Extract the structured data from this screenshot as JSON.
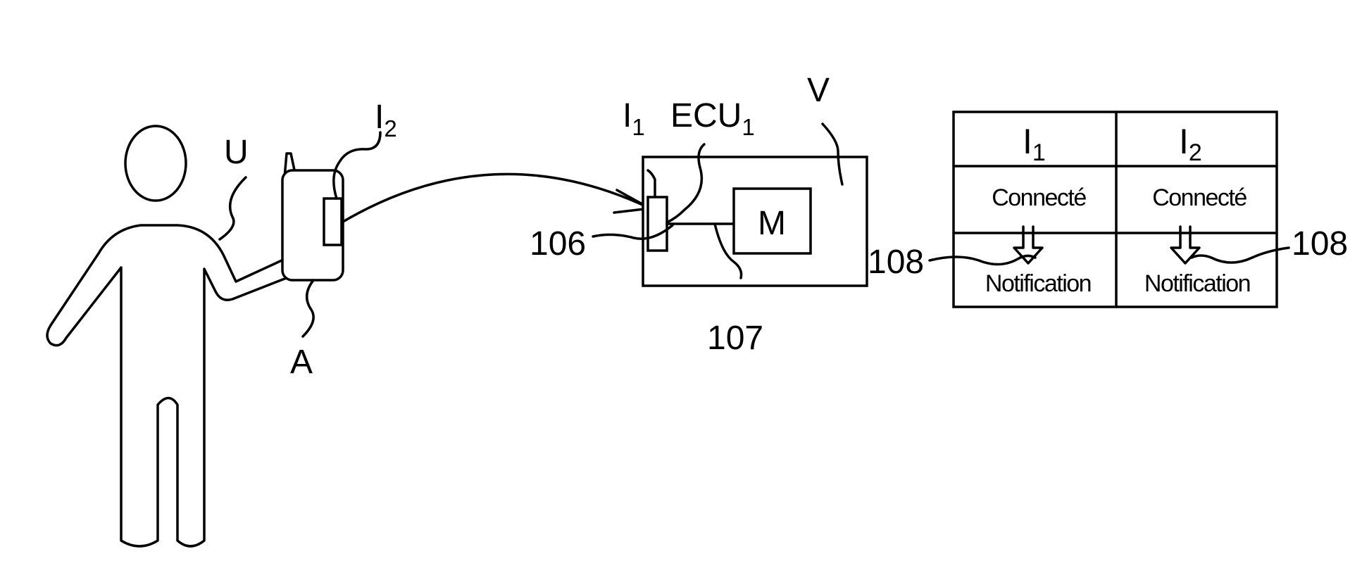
{
  "labels": {
    "user": "U",
    "device": "A",
    "device_interface_main": "I",
    "device_interface_sub": "2",
    "vehicle": "V",
    "vehicle_interface_main": "I",
    "vehicle_interface_sub": "1",
    "ecu_main": "ECU",
    "ecu_sub": "1",
    "module": "M",
    "ref_106": "106",
    "ref_107": "107",
    "ref_108_left": "108",
    "ref_108_right": "108"
  },
  "table": {
    "columns": [
      {
        "header_main": "I",
        "header_sub": "1",
        "status": "Connecté",
        "result": "Notification"
      },
      {
        "header_main": "I",
        "header_sub": "2",
        "status": "Connecté",
        "result": "Notification"
      }
    ]
  }
}
